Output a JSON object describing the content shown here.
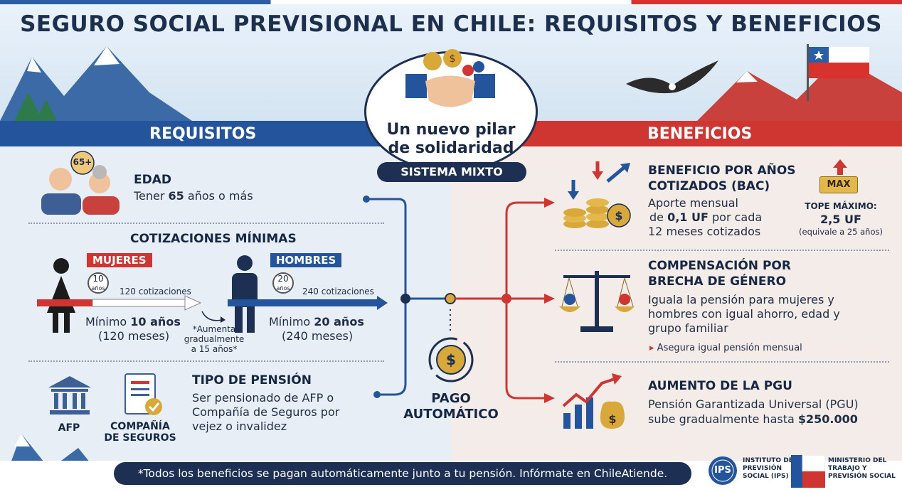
{
  "title": "SEGURO SOCIAL PREVISIONAL EN CHILE: REQUISITOS Y BENEFICIOS",
  "center": {
    "pillar_line1": "Un nuevo pilar",
    "pillar_line2": "de solidaridad",
    "system": "SISTEMA MIXTO",
    "payment_line1": "PAGO",
    "payment_line2": "AUTOMÁTICO"
  },
  "requisitos": {
    "header": "REQUISITOS",
    "age": {
      "badge": "65+",
      "title": "EDAD",
      "text_pre": "Tener ",
      "text_bold": "65",
      "text_post": " años o más"
    },
    "contrib": {
      "title": "COTIZACIONES MÍNIMAS",
      "women": {
        "tag": "MUJERES",
        "years_badge": "10",
        "years_unit": "años",
        "bar_label": "120 cotizaciones",
        "min_pre": "Mínimo ",
        "min_bold": "10 años",
        "months": "(120 meses)"
      },
      "men": {
        "tag": "HOMBRES",
        "years_badge": "20",
        "years_unit": "años",
        "bar_label": "240 cotizaciones",
        "min_pre": "Mínimo ",
        "min_bold": "20 años",
        "months": "(240 meses)"
      },
      "note": "*Aumenta gradualmente a 15 años*"
    },
    "pension": {
      "title": "TIPO DE PENSIÓN",
      "text1": "Ser pensionado de AFP o",
      "text2": "Compañía de Seguros por",
      "text3": "vejez o invalidez",
      "afp_label": "AFP",
      "ins_label1": "COMPAÑÍA",
      "ins_label2": "DE SEGUROS"
    }
  },
  "beneficios": {
    "header": "BENEFICIOS",
    "bac": {
      "title1": "BENEFICIO POR AÑOS",
      "title2": "COTIZADOS (BAC)",
      "line1": "Aporte mensual",
      "line2_pre": "de ",
      "line2_bold": "0,1 UF",
      "line2_post": " por cada",
      "line3": "12 meses cotizados",
      "max_badge": "MAX",
      "max_title": "TOPE MÁXIMO:",
      "max_value": "2,5 UF",
      "max_note": "(equivale a 25 años)"
    },
    "gender": {
      "title1": "COMPENSACIÓN POR",
      "title2": "BRECHA DE GÉNERO",
      "line1": "Iguala la pensión para mujeres y",
      "line2": "hombres con igual ahorro, edad y",
      "line3": "grupo familiar",
      "note": "Asegura igual pensión mensual"
    },
    "pgu": {
      "title": "AUMENTO DE LA PGU",
      "line1": "Pensión Garantizada Universal (PGU)",
      "line2_pre": "sube gradualmente hasta ",
      "line2_bold": "$250.000"
    }
  },
  "footer": {
    "text": "*Todos los beneficios se pagan automáticamente junto a tu pensión. Infórmate en ChileAtiende.",
    "ips_abbr": "IPS",
    "ips_line1": "INSTITUTO DE",
    "ips_line2": "PREVISIÓN",
    "ips_line3": "SOCIAL (IPS)",
    "min_line1": "MINISTERIO DEL",
    "min_line2": "TRABAJO Y",
    "min_line3": "PREVISIÓN SOCIAL"
  },
  "colors": {
    "blue": "#24549c",
    "red": "#cf3632",
    "navy": "#1d2f52",
    "gold": "#d9a83a"
  }
}
